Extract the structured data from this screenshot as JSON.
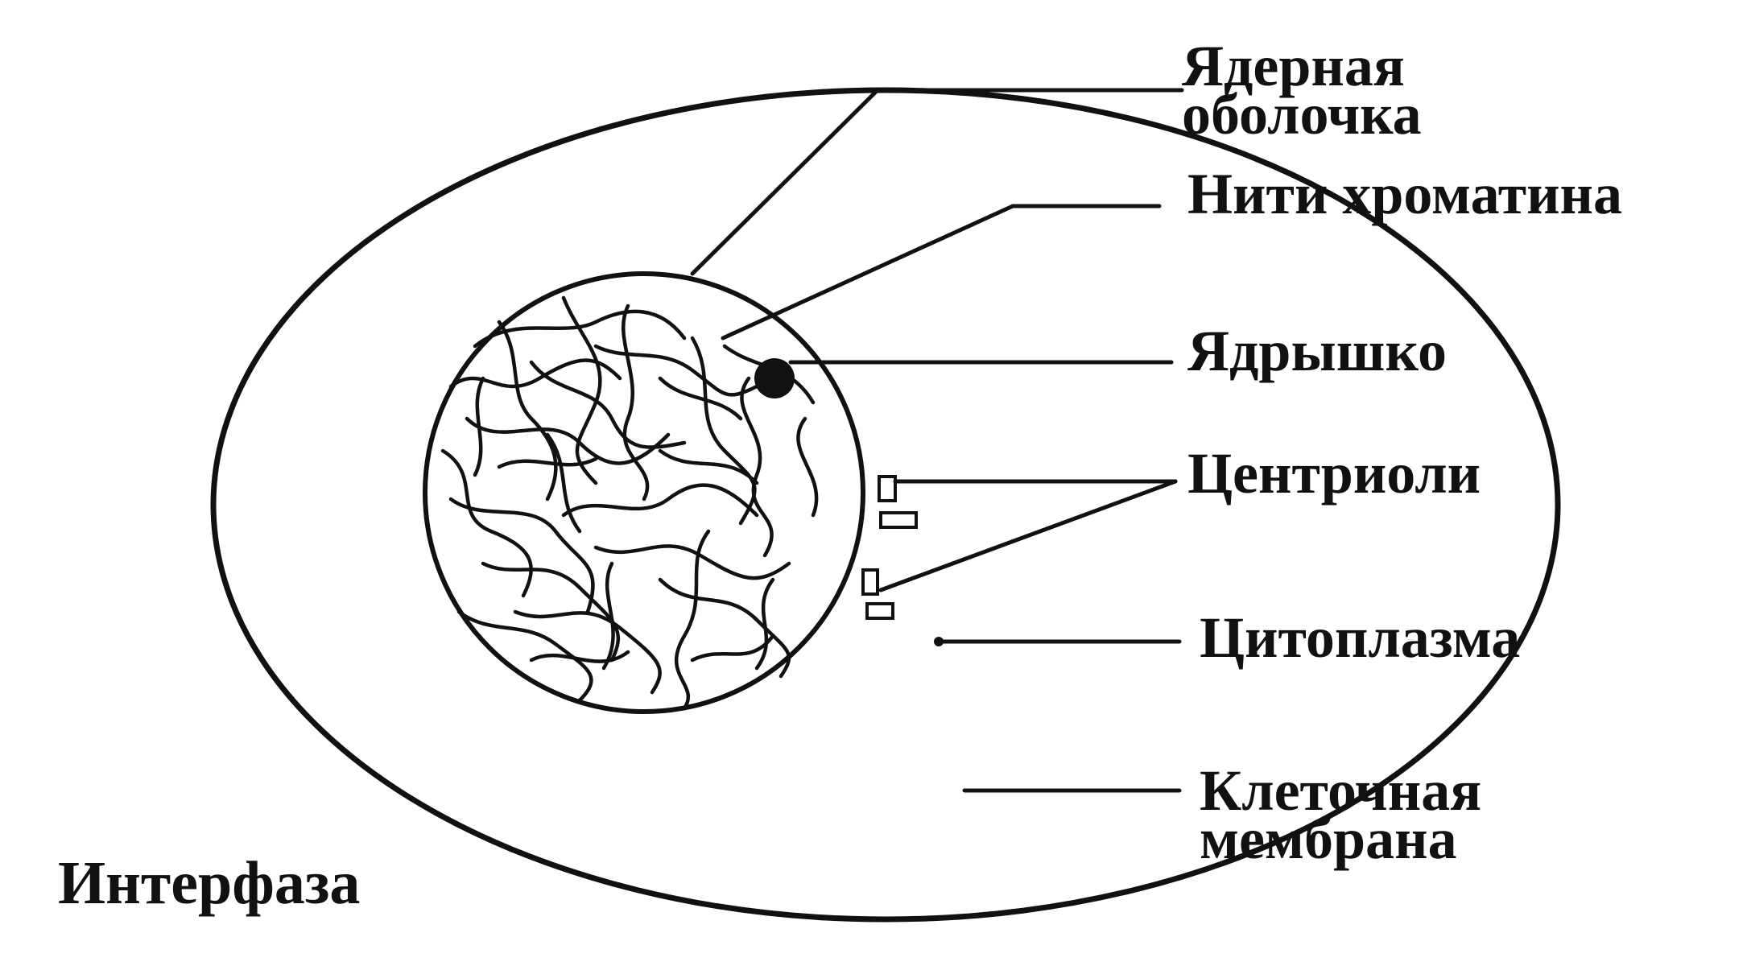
{
  "labels": {
    "nuclear_envelope_line1": "Ядерная",
    "nuclear_envelope_line2": "оболочка",
    "chromatin": "Нити хроматина",
    "nucleolus": "Ядрышко",
    "centrioles": "Центриоли",
    "cytoplasm": "Цитоплазма",
    "cell_membrane_line1": "Клеточная",
    "cell_membrane_line2": "мембрана"
  },
  "caption": "Интерфаза",
  "colors": {
    "ink": "#111111",
    "background": "#ffffff"
  }
}
